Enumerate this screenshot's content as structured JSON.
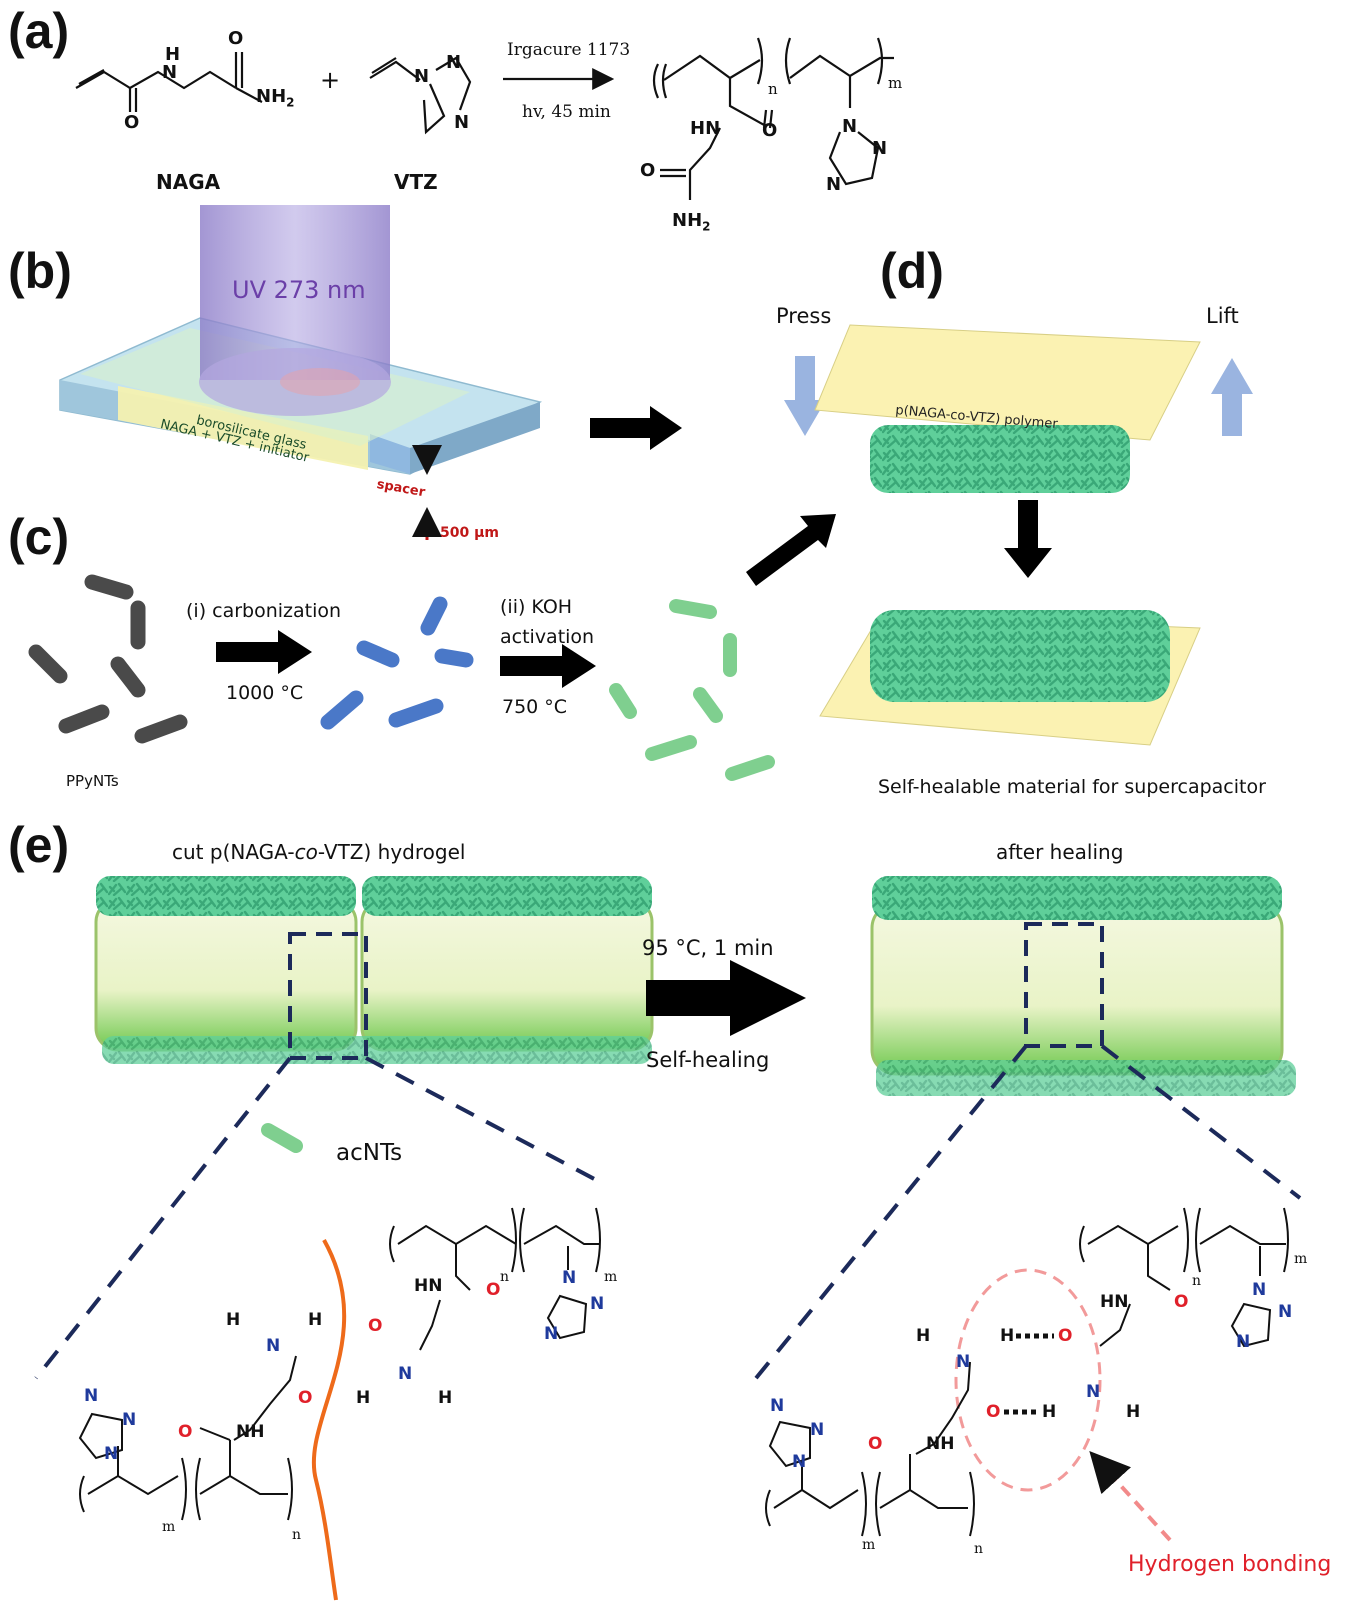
{
  "panels": {
    "a": "(a)",
    "b": "(b)",
    "c": "(c)",
    "d": "(d)",
    "e": "(e)"
  },
  "reaction": {
    "naga": "NAGA",
    "vtz": "VTZ",
    "plus": "+",
    "catalyst": "Irgacure 1173",
    "conditions": "hv, 45 min"
  },
  "chem": {
    "nh2": "NH2",
    "nh2_sub": "2",
    "n_sym": "N",
    "h_sym": "H",
    "o_sym": "O",
    "hn": "HN",
    "nh": "NH",
    "sub_n": "n",
    "sub_m": "m"
  },
  "panel_b": {
    "uv": "UV 273 nm",
    "glass": "borosilicate glass",
    "mix": "NAGA + VTZ + initiator",
    "spacer": "spacer",
    "thickness": "500 μm"
  },
  "panel_c": {
    "source": "PPyNTs",
    "step1": "(i) carbonization",
    "temp1": "1000 °C",
    "step2a": "(ii) KOH",
    "step2b": "activation",
    "temp2": "750 °C"
  },
  "panel_d": {
    "press": "Press",
    "lift": "Lift",
    "polymer": "p(NAGA-co-VTZ) polymer",
    "caption": "Self-healable material for supercapacitor"
  },
  "panel_e": {
    "cut_pre": "cut p(NAGA-",
    "cut_co": "co",
    "cut_post": "-VTZ) hydrogel",
    "after": "after healing",
    "condition": "95 °C, 1 min",
    "process": "Self-healing",
    "legend": "acNTs",
    "hbond": "Hydrogen bonding"
  },
  "colors": {
    "tube_dark": "#4a4a4a",
    "tube_blue": "#4a78c8",
    "tube_green": "#7fcf8f",
    "polymer_sheet": "#fbf2b2",
    "hbond": "#e0202a",
    "nitrogen": "#1f3a9c",
    "oxygen": "#e0202a",
    "dash_navy": "#1c2a5a",
    "cut_line": "#ee6a1a",
    "uv": "#9b8ad0"
  }
}
